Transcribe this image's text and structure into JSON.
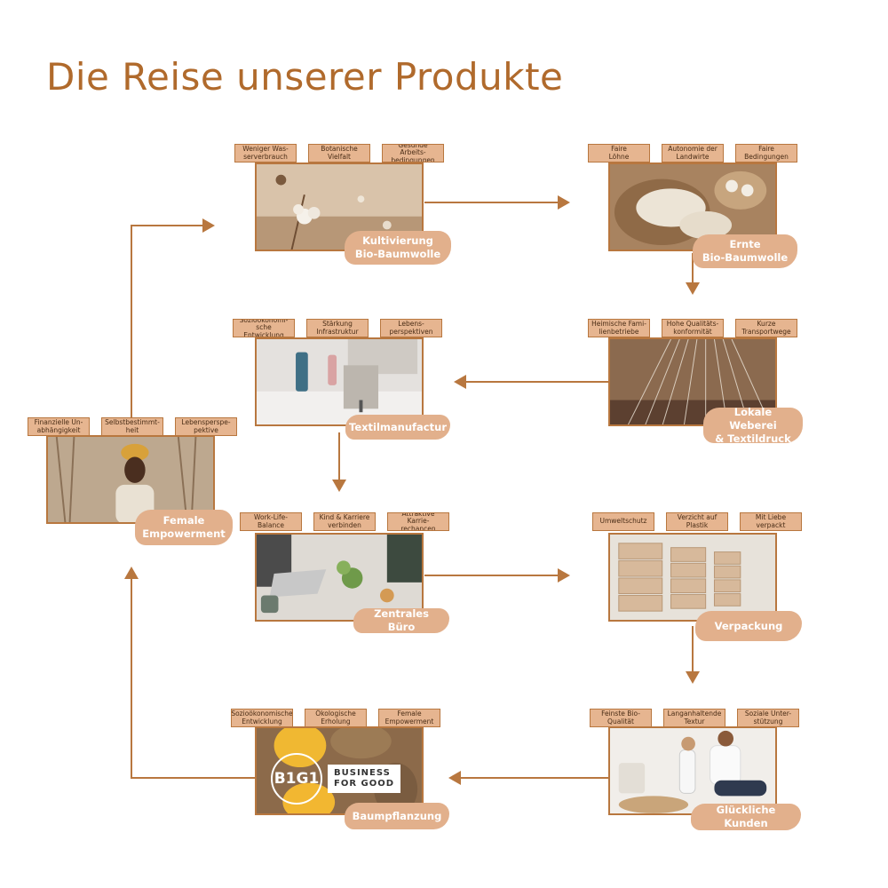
{
  "title": "Die Reise unserer Produkte",
  "colors": {
    "accent": "#b06a2c",
    "tag_fill": "#e6b590",
    "label_fill": "#e2b08c",
    "line": "#b8773f"
  },
  "stations": [
    {
      "id": "kultivierung",
      "label": "Kultivierung\nBio-Baumwolle",
      "image": "cotton-field-photo",
      "tags": [
        "Weniger Was-\nserverbrauch",
        "Botanische\nVielfalt",
        "Gesunde Arbeits-\nbedingungen"
      ]
    },
    {
      "id": "ernte",
      "label": "Ernte\nBio-Baumwolle",
      "image": "cotton-yarn-basket-photo",
      "tags": [
        "Faire\nLöhne",
        "Autonomie der\nLandwirte",
        "Faire\nBedingungen"
      ]
    },
    {
      "id": "weberei",
      "label": "Lokale Weberei\n& Textildruck",
      "image": "weaving-loom-photo",
      "tags": [
        "Heimische Fami-\nlienbetriebe",
        "Hohe Qualitäts-\nkonformität",
        "Kurze\nTransportwege"
      ]
    },
    {
      "id": "textilmanufaktur",
      "label": "Textilmanufactur",
      "image": "sewing-machine-photo",
      "tags": [
        "Sozioökonomi-\nsche Entwicklung",
        "Stärkung\nInfrastruktur",
        "Lebens-\nperspektiven"
      ]
    },
    {
      "id": "buero",
      "label": "Zentrales Büro",
      "image": "office-desk-photo",
      "tags": [
        "Work-Life-\nBalance",
        "Kind & Karriere\nverbinden",
        "Attraktive Karrie-\nrechancen"
      ]
    },
    {
      "id": "verpackung",
      "label": "Verpackung",
      "image": "stacked-boxes-photo",
      "tags": [
        "Umweltschutz",
        "Verzicht auf\nPlastik",
        "Mit Liebe\nverpackt"
      ]
    },
    {
      "id": "kunden",
      "label": "Glückliche Kunden",
      "image": "mother-child-photo",
      "tags": [
        "Feinste Bio-\nQualität",
        "Langanhaltende\nTextur",
        "Soziale Unter-\nstützung"
      ]
    },
    {
      "id": "baumpflanzung",
      "label": "Baumpflanzung",
      "image": "lemons-photo",
      "tags": [
        "Sozioökonomische\nEntwicklung",
        "Ökologische\nErholung",
        "Female\nEmpowerment"
      ]
    },
    {
      "id": "female",
      "label": "Female\nEmpowerment",
      "image": "woman-portrait-photo",
      "tags": [
        "Finanzielle Un-\nabhängigkeit",
        "Selbstbestimmt-\nheit",
        "Lebensperspe-\npektive"
      ]
    }
  ],
  "logo": {
    "badge": "B1G1",
    "text": "BUSINESS\nFOR GOOD"
  }
}
